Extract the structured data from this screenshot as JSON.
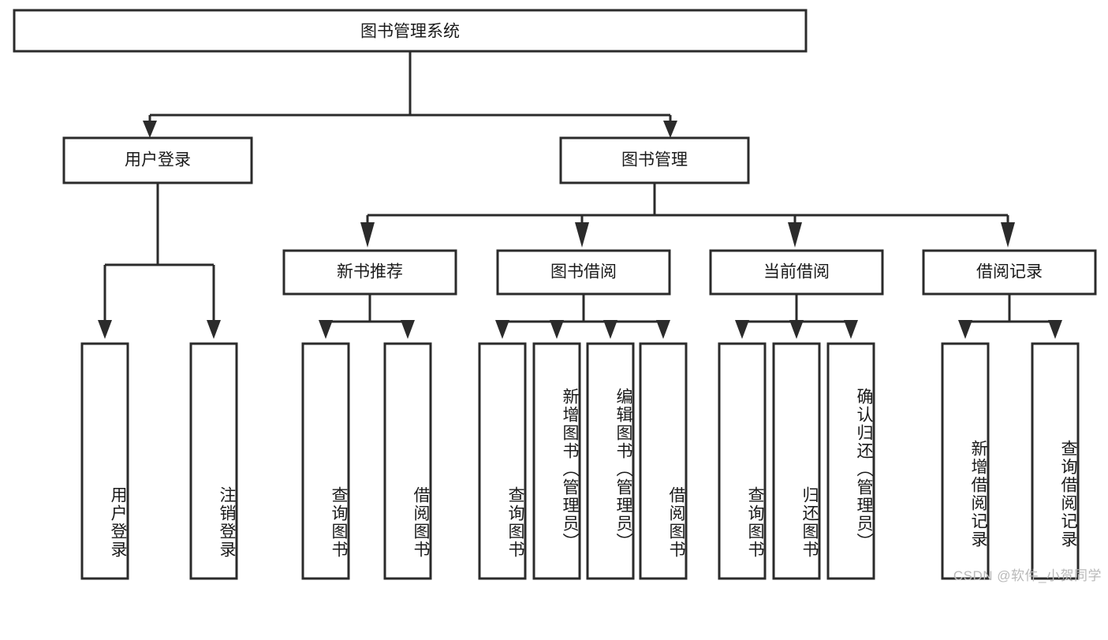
{
  "diagram": {
    "type": "tree",
    "title": "图书管理系统",
    "root": {
      "id": "root",
      "label": "图书管理系统"
    },
    "level1": [
      {
        "id": "user-login",
        "label": "用户登录"
      },
      {
        "id": "book-manage",
        "label": "图书管理"
      }
    ],
    "level2": [
      {
        "id": "new-book-recommend",
        "label": "新书推荐",
        "parent": "book-manage"
      },
      {
        "id": "book-borrow",
        "label": "图书借阅",
        "parent": "book-manage"
      },
      {
        "id": "current-borrow",
        "label": "当前借阅",
        "parent": "book-manage"
      },
      {
        "id": "borrow-record",
        "label": "借阅记录",
        "parent": "book-manage"
      }
    ],
    "leaves": {
      "user_login": [
        {
          "id": "leaf-user-login",
          "label": "用户登录"
        },
        {
          "id": "leaf-logout-login",
          "label": "注销登录"
        }
      ],
      "new_book_recommend": [
        {
          "id": "leaf-query-book-1",
          "label": "查询图书"
        },
        {
          "id": "leaf-borrow-book-1",
          "label": "借阅图书"
        }
      ],
      "book_borrow": [
        {
          "id": "leaf-query-book-2",
          "label": "查询图书"
        },
        {
          "id": "leaf-add-book",
          "label": "新增图书（管理员）"
        },
        {
          "id": "leaf-edit-book",
          "label": "编辑图书（管理员）"
        },
        {
          "id": "leaf-borrow-book-2",
          "label": "借阅图书"
        }
      ],
      "current_borrow": [
        {
          "id": "leaf-query-book-3",
          "label": "查询图书"
        },
        {
          "id": "leaf-return-book",
          "label": "归还图书"
        },
        {
          "id": "leaf-confirm-return",
          "label": "确认归还（管理员）"
        }
      ],
      "borrow_record": [
        {
          "id": "leaf-add-record",
          "label": "新增借阅记录"
        },
        {
          "id": "leaf-query-record",
          "label": "查询借阅记录"
        }
      ]
    },
    "colors": {
      "stroke": "#2b2b2b",
      "fill": "#ffffff",
      "text": "#1a1a1a",
      "watermark": "#b9b9b9"
    }
  },
  "watermark": {
    "text": "CSDN @软件_小贺同学"
  }
}
